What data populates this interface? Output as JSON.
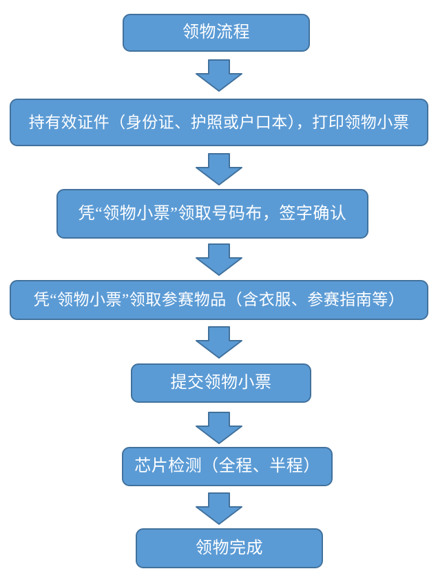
{
  "flowchart": {
    "type": "vertical-flow",
    "connector": "block-down-arrow",
    "steps": [
      {
        "label": "领物流程"
      },
      {
        "label": "持有效证件（身份证、护照或户口本），打印领物小票"
      },
      {
        "label": "凭“领物小票”领取号码布，签字确认"
      },
      {
        "label": "凭“领物小票”领取参赛物品（含衣服、参赛指南等）"
      },
      {
        "label": "提交领物小票"
      },
      {
        "label": "芯片检测（全程、半程）"
      },
      {
        "label": "领物完成"
      }
    ]
  },
  "colors": {
    "box_fill": "#5B9BD5",
    "box_border": "#41719C",
    "box_text": "#FFFFFF",
    "background": "#FFFFFF"
  }
}
